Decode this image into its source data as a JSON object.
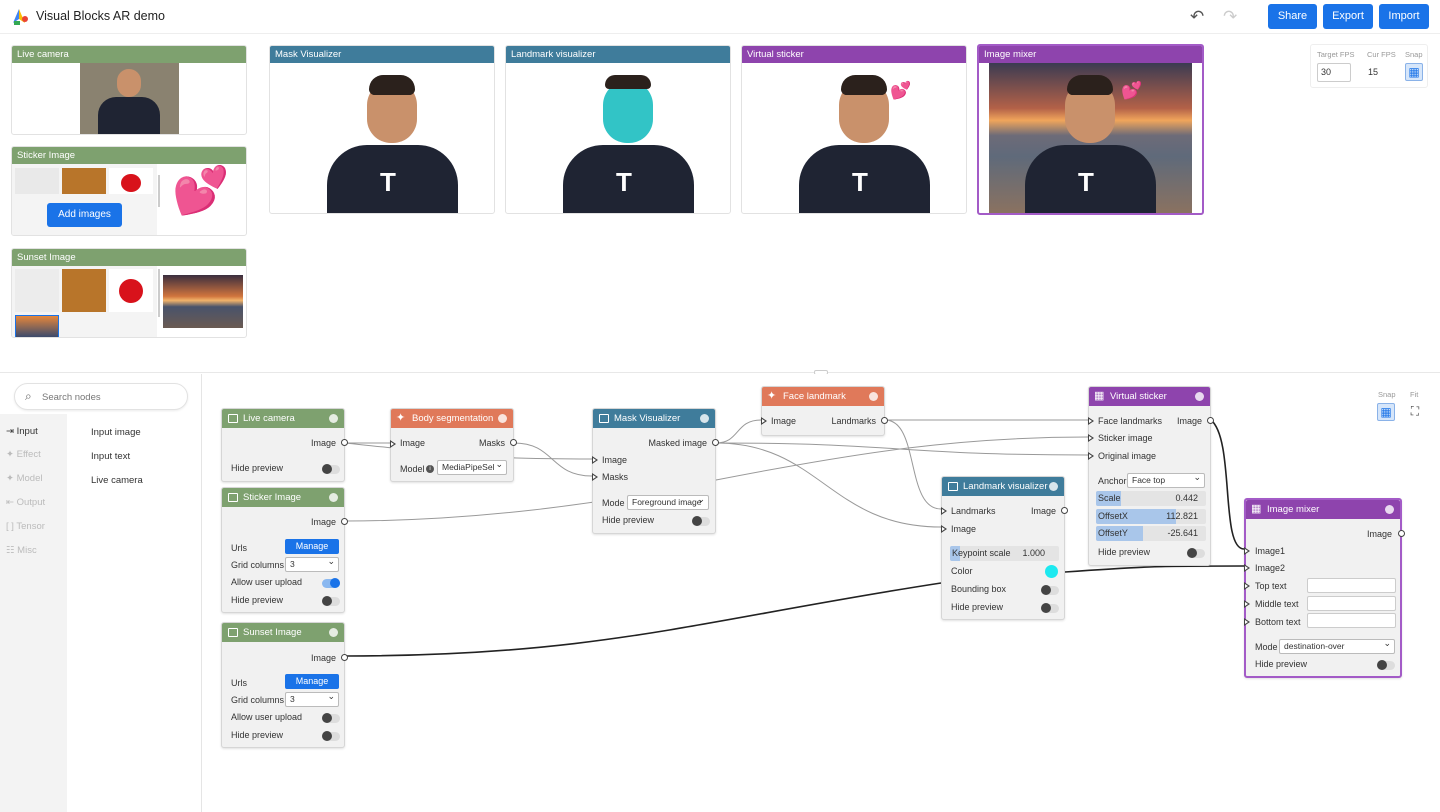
{
  "header": {
    "title": "Visual Blocks AR demo",
    "share_label": "Share",
    "export_label": "Export",
    "import_label": "Import"
  },
  "preview": {
    "panels": [
      {
        "title": "Live camera",
        "color": "#7ea16f"
      },
      {
        "title": "Sticker Image",
        "color": "#7ea16f"
      },
      {
        "title": "Sunset Image",
        "color": "#7ea16f"
      },
      {
        "title": "Mask Visualizer",
        "color": "#3f7c9b"
      },
      {
        "title": "Landmark visualizer",
        "color": "#3f7c9b"
      },
      {
        "title": "Virtual sticker",
        "color": "#8e44ad"
      },
      {
        "title": "Image mixer",
        "color": "#8e44ad"
      }
    ],
    "add_images_label": "Add images",
    "fps": {
      "target_label": "Target FPS",
      "target_value": "30",
      "cur_label": "Cur FPS",
      "cur_value": "15",
      "snap_label": "Snap"
    }
  },
  "sidebar": {
    "search_placeholder": "Search nodes",
    "categories": [
      {
        "label": "Input",
        "icon": "input-icon"
      },
      {
        "label": "Effect",
        "icon": "sparkle-icon"
      },
      {
        "label": "Model",
        "icon": "sparkle-icon"
      },
      {
        "label": "Output",
        "icon": "output-icon"
      },
      {
        "label": "Tensor",
        "icon": "bracket-icon"
      },
      {
        "label": "Misc",
        "icon": "misc-icon"
      }
    ],
    "input_items": [
      "Input image",
      "Input text",
      "Live camera"
    ]
  },
  "canvas": {
    "snap_label": "Snap",
    "fit_label": "Fit"
  },
  "nodes": {
    "live_camera": {
      "title": "Live camera",
      "out_image": "Image",
      "hide_preview": "Hide preview"
    },
    "sticker_image": {
      "title": "Sticker Image",
      "out_image": "Image",
      "urls": "Urls",
      "manage": "Manage",
      "grid_columns": "Grid columns",
      "grid_value": "3",
      "allow_upload": "Allow user upload",
      "hide_preview": "Hide preview"
    },
    "sunset_image": {
      "title": "Sunset Image",
      "out_image": "Image",
      "urls": "Urls",
      "manage": "Manage",
      "grid_columns": "Grid columns",
      "grid_value": "3",
      "allow_upload": "Allow user upload",
      "hide_preview": "Hide preview"
    },
    "body_segmentation": {
      "title": "Body segmentation",
      "in_image": "Image",
      "out_masks": "Masks",
      "model": "Model",
      "model_value": "MediaPipeSel"
    },
    "mask_visualizer": {
      "title": "Mask Visualizer",
      "out_masked": "Masked image",
      "in_image": "Image",
      "in_masks": "Masks",
      "mode": "Mode",
      "mode_value": "Foreground image",
      "hide_preview": "Hide preview"
    },
    "face_landmark": {
      "title": "Face landmark",
      "in_image": "Image",
      "out_landmarks": "Landmarks"
    },
    "landmark_visualizer": {
      "title": "Landmark visualizer",
      "in_landmarks": "Landmarks",
      "in_image": "Image",
      "out_image": "Image",
      "keypoint_scale": "Keypoint scale",
      "keypoint_value": "1.000",
      "color": "Color",
      "color_value": "#1de9f0",
      "bounding_box": "Bounding box",
      "hide_preview": "Hide preview"
    },
    "virtual_sticker": {
      "title": "Virtual sticker",
      "in_face": "Face landmarks",
      "in_sticker": "Sticker image",
      "in_original": "Original image",
      "out_image": "Image",
      "anchor": "Anchor",
      "anchor_value": "Face top",
      "scale": "Scale",
      "scale_value": "0.442",
      "offsetx": "OffsetX",
      "offsetx_value": "112.821",
      "offsety": "OffsetY",
      "offsety_value": "-25.641",
      "hide_preview": "Hide preview"
    },
    "image_mixer": {
      "title": "Image mixer",
      "out_image": "Image",
      "in_image1": "Image1",
      "in_image2": "Image2",
      "top_text": "Top text",
      "middle_text": "Middle text",
      "bottom_text": "Bottom text",
      "mode": "Mode",
      "mode_value": "destination-over",
      "hide_preview": "Hide preview"
    }
  },
  "colors": {
    "input": "#7ea16f",
    "model": "#e0795a",
    "effect": "#3f7c9b",
    "output": "#8e44ad",
    "accent": "#1a73e8"
  }
}
